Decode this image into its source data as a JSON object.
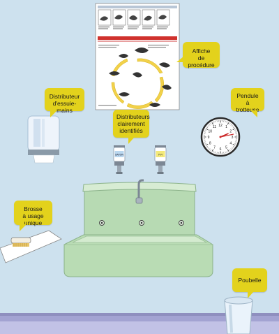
{
  "callouts": {
    "poster": "Affiche\nde procédure",
    "towel_dispenser": "Distributeur\nd'essuie-mains",
    "dispensers": "Distributeurs\nclairement\nidentifiés",
    "clock": "Pendule\nà trotteuse",
    "brush": "Brosse\nà usage unique",
    "bin": "Poubelle"
  },
  "dispenser_labels": {
    "left": "SAVON",
    "right": "PVI"
  },
  "clock": {
    "hour": 2,
    "minute": 13,
    "numbers": [
      "12",
      "1",
      "2",
      "3",
      "4",
      "5",
      "6",
      "7",
      "8",
      "9",
      "10",
      "11"
    ]
  },
  "colors": {
    "wall": "#cde1ee",
    "callout": "#e3d21c",
    "sink": "#b9dcb4",
    "floor": "#b7b7dd",
    "poster_red": "#d0312d"
  },
  "icons": [
    "clock-icon",
    "paper-towel-dispenser-icon",
    "soap-dispenser-icon",
    "brush-icon",
    "trash-bin-icon",
    "faucet-icon",
    "sink-icon",
    "procedure-poster-icon"
  ]
}
